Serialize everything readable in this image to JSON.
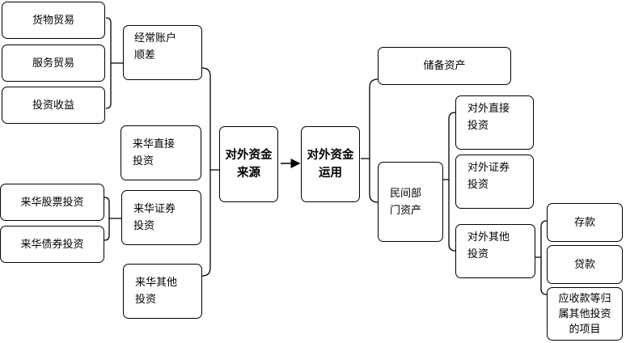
{
  "source_side": {
    "trade_items": [
      "货物贸易",
      "服务贸易",
      "投资收益"
    ],
    "current_account": "经常账户\n顺差",
    "fdi_inflow": "来华直接\n投资",
    "securities_items": [
      "来华股票投资",
      "来华债券投资"
    ],
    "portfolio_inflow": "来华证券\n投资",
    "other_inflow": "来华其他\n投资"
  },
  "center": {
    "source_label": "对外资金\n来源",
    "use_label": "对外资金\n运用"
  },
  "use_side": {
    "reserves": "储备资产",
    "private_assets": "民间部\n门资产",
    "odi": "对外直接\n投资",
    "portfolio_outflow": "对外证券\n投资",
    "other_outflow": "对外其他\n投资",
    "other_items": [
      "存款",
      "贷款",
      "应收款等归\n属其他投资\n的项目"
    ]
  }
}
